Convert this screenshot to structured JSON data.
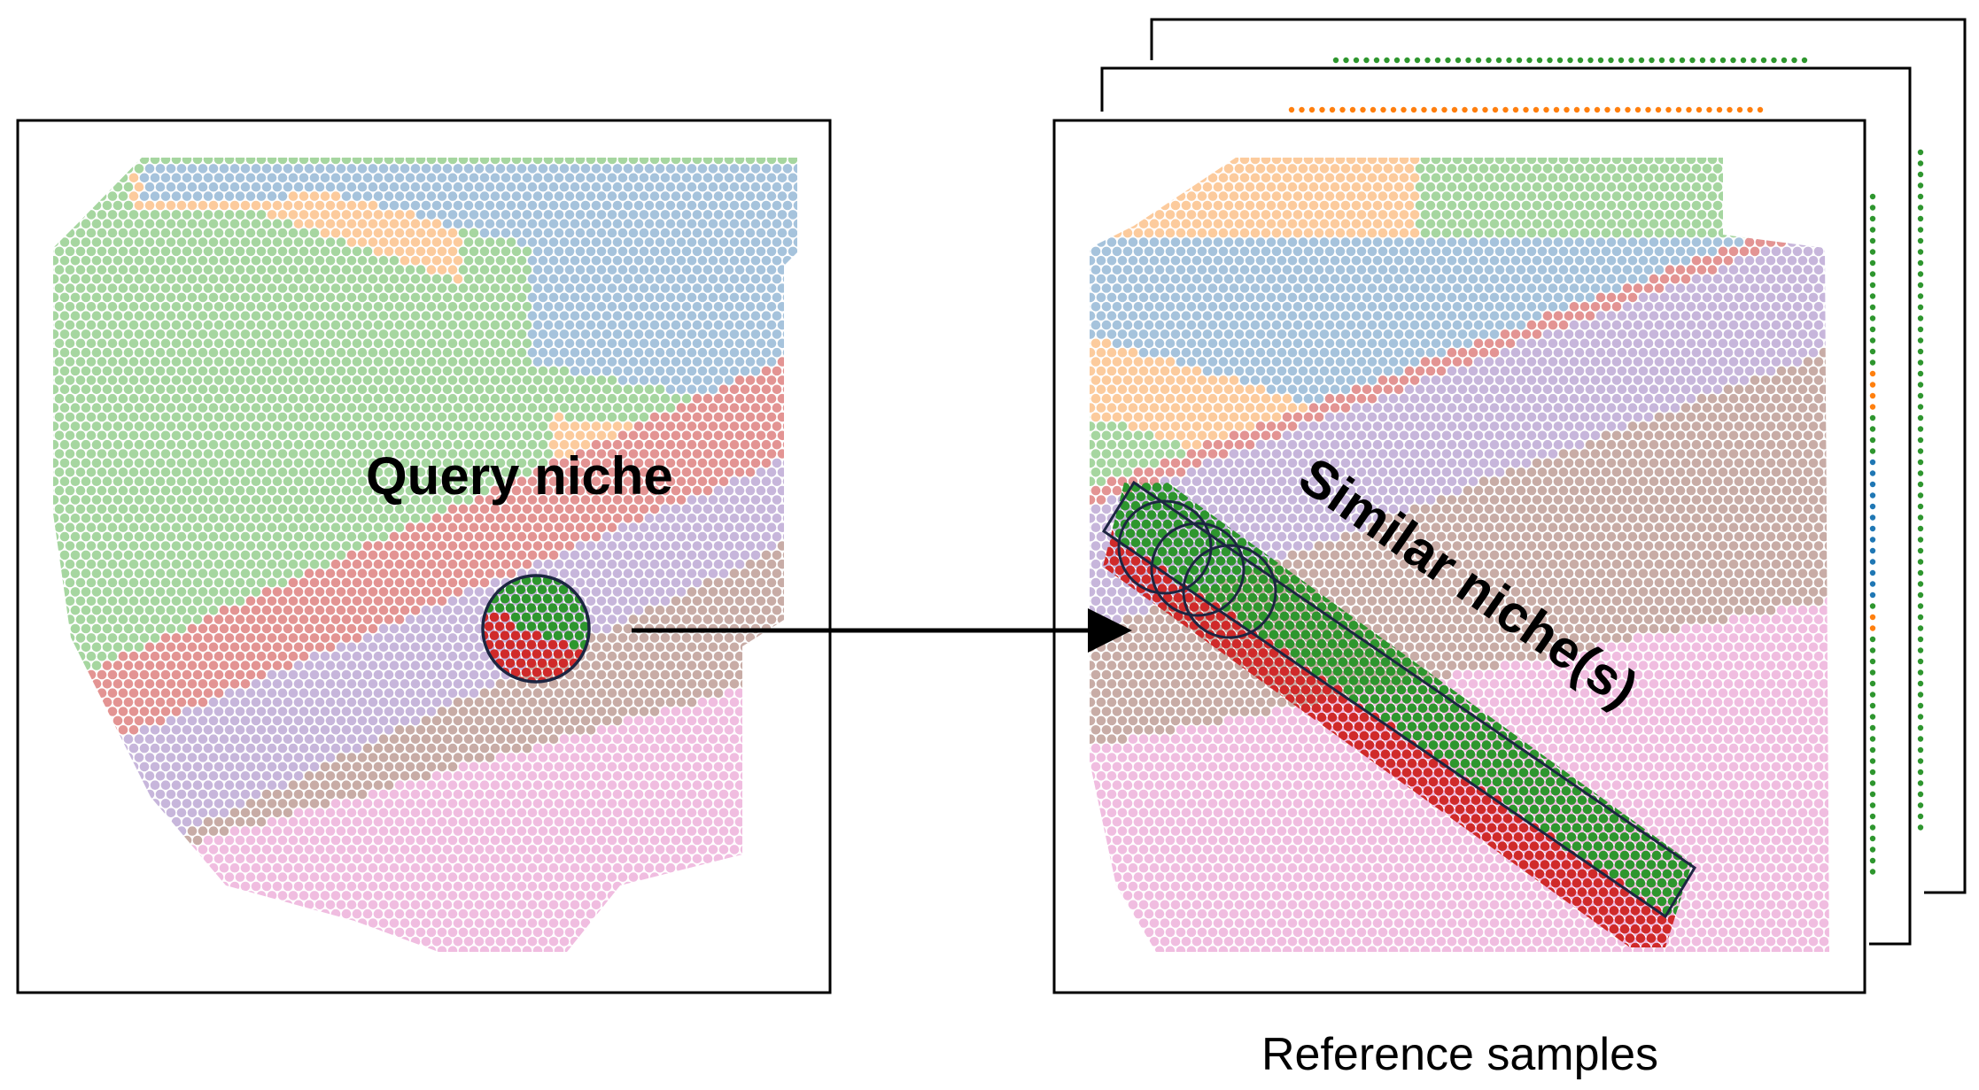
{
  "labels": {
    "query": "Query niche",
    "similar": "Similar niche(s)",
    "reference": "Reference samples"
  },
  "colors": {
    "blue": "#a6c3dc",
    "orange": "#fccb9d",
    "lightgreen": "#a6d6a0",
    "red": "#e39493",
    "purple": "#c7b6db",
    "brown": "#c8aca6",
    "pink": "#f0bde0",
    "green": "#2e962e",
    "darkred": "#d02a2a",
    "outline": "#1c2541",
    "stack_blue": "#1f77b4",
    "stack_orange": "#ff7f0e"
  }
}
